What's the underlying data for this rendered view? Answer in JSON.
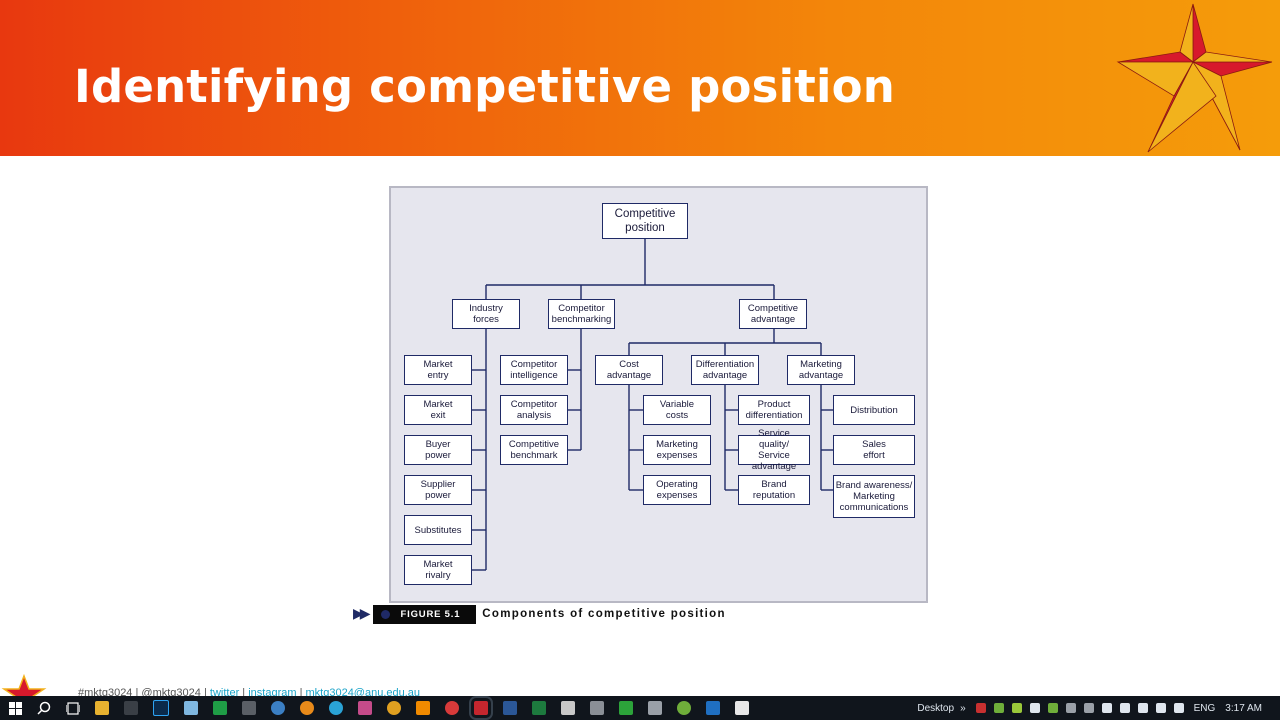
{
  "slide": {
    "title": "Identifying competitive position"
  },
  "figure": {
    "root": "Competitive position",
    "industry_forces": {
      "label": "Industry forces",
      "items": [
        "Market entry",
        "Market exit",
        "Buyer power",
        "Supplier power",
        "Substitutes",
        "Market rivalry"
      ]
    },
    "competitor_benchmarking": {
      "label": "Competitor benchmarking",
      "items": [
        "Competitor intelligence",
        "Competitor analysis",
        "Competitive benchmark"
      ]
    },
    "competitive_advantage": {
      "label": "Competitive advantage",
      "groups": [
        {
          "label": "Cost advantage",
          "items": [
            "Variable costs",
            "Marketing expenses",
            "Operating expenses"
          ]
        },
        {
          "label": "Differentiation advantage",
          "items": [
            "Product differentiation",
            "Service quality/ Service advantage",
            "Brand reputation"
          ]
        },
        {
          "label": "Marketing advantage",
          "items": [
            "Distribution",
            "Sales effort",
            "Brand awareness/ Marketing communications"
          ]
        }
      ]
    },
    "caption_badge": "FIGURE 5.1",
    "caption_text": "Components of competitive position"
  },
  "footer": {
    "hashtag": "#mktg3024",
    "handle": "@mktg3024",
    "twitter": "twitter",
    "instagram": "instagram",
    "email": "mktg3024@anu.edu.au",
    "sep": "|"
  },
  "taskbar": {
    "desktop_label": "Desktop",
    "chevron": "»",
    "language": "ENG",
    "time": "3:17 AM"
  },
  "colors": {
    "header_start": "#e8380f",
    "header_end": "#f59c0a",
    "node_border": "#1f2a66",
    "figure_bg": "#e6e6ee",
    "star_red": "#d7192c",
    "star_gold": "#f2b21c",
    "taskbar_bg": "#10151c",
    "link": "#1aa3c8"
  }
}
